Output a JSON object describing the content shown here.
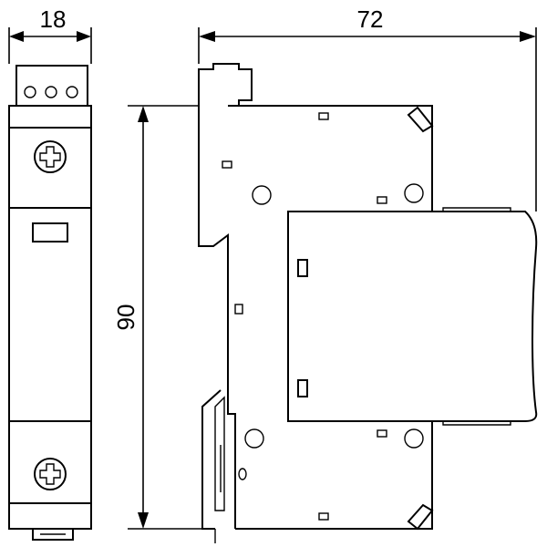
{
  "dimensions": {
    "width_front": "18",
    "depth_side": "72",
    "height": "90"
  }
}
